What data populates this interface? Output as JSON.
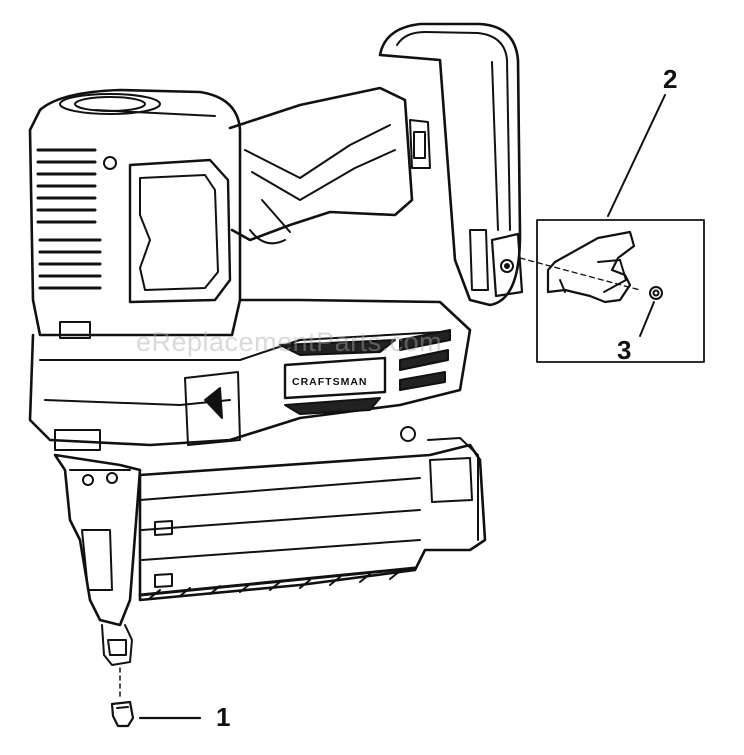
{
  "diagram": {
    "callouts": [
      {
        "id": "1",
        "label": "1"
      },
      {
        "id": "2",
        "label": "2"
      },
      {
        "id": "3",
        "label": "3"
      }
    ],
    "brand_label": "CRAFTSMAN",
    "watermark": "eReplacementParts.com"
  },
  "colors": {
    "line": "#111111",
    "background": "#ffffff"
  }
}
